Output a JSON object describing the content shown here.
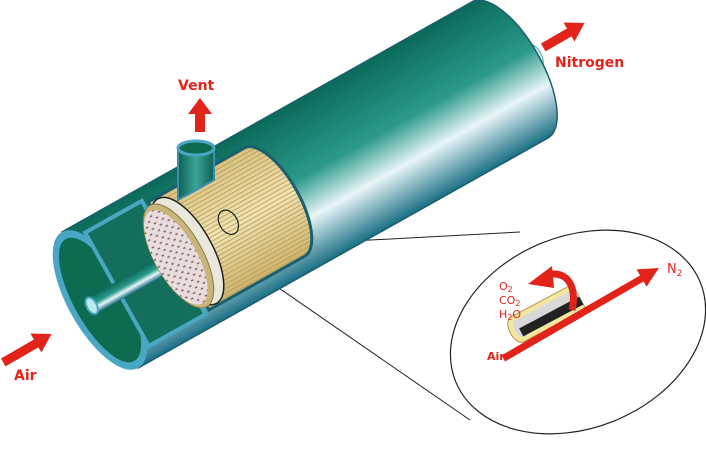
{
  "labels": {
    "vent": "Vent",
    "nitrogen": "Nitrogen",
    "air_in": "Air",
    "detail_air": "Air",
    "detail_n2": "N",
    "detail_n2_sub": "2",
    "detail_o2": "O",
    "detail_o2_sub": "2",
    "detail_co2": "CO",
    "detail_co2_sub": "2",
    "detail_h2o_h": "H",
    "detail_h2o_sub": "2",
    "detail_h2o_o": "O"
  },
  "colors": {
    "arrow": "#e2231a",
    "shell": "#1d7f6f",
    "fiber": "#e6d39a"
  }
}
